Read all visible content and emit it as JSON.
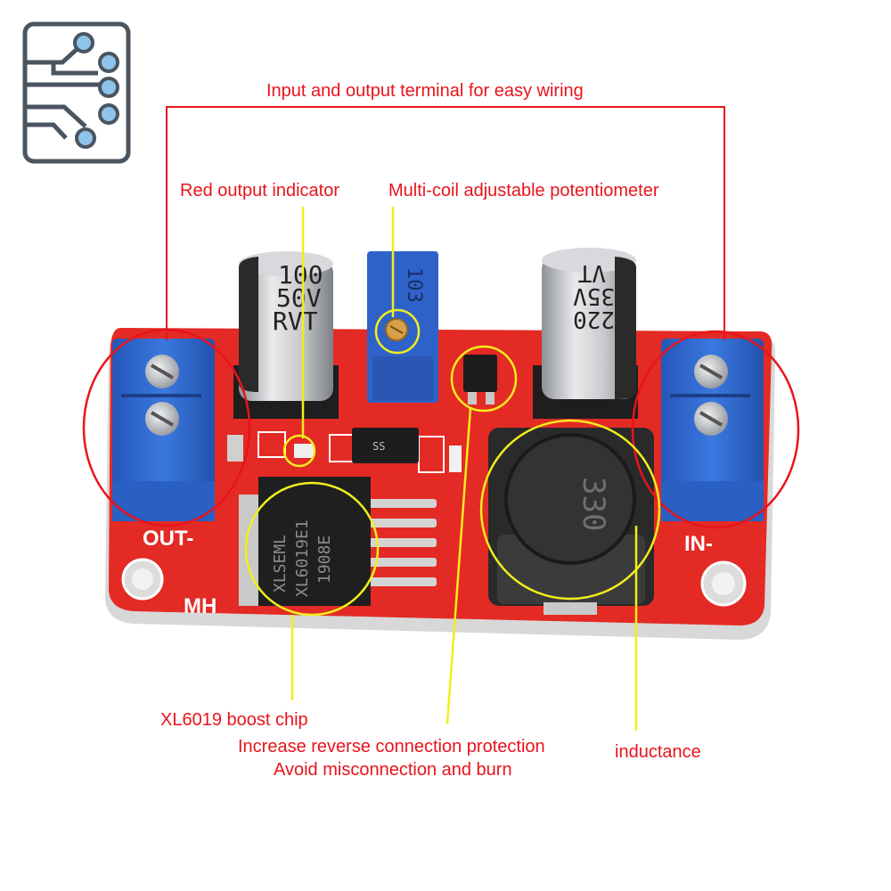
{
  "labels": {
    "terminal": "Input and output terminal for easy wiring",
    "indicator": "Red output indicator",
    "potentiometer": "Multi-coil adjustable potentiometer",
    "chip": "XL6019 boost chip",
    "protection_line1": "Increase reverse connection protection",
    "protection_line2": "Avoid misconnection and burn",
    "inductance": "inductance"
  },
  "board": {
    "left_capacitor_lines": [
      "100",
      "50V",
      "RVT"
    ],
    "right_capacitor_lines": [
      "220",
      "35V",
      "VT"
    ],
    "potentiometer_code": "103",
    "chip_lines": [
      "XLSEML",
      "XL6019E1",
      "1908E"
    ],
    "inductor_code": "330",
    "silk_out": "OUT-",
    "silk_in": "IN-",
    "silk_mh": "MH",
    "diode_code": "SS"
  },
  "colors": {
    "annotation_text": "#e8141c",
    "terminal_callout": "#e8141c",
    "yellow_callout": "#f2ee1c",
    "pcb": "#e42a24",
    "terminal_block": "#2f6bd6",
    "logo": "#4a5560",
    "logo_nodes": "#8fc4ea"
  },
  "icons": [
    "circuit-logo-icon"
  ]
}
